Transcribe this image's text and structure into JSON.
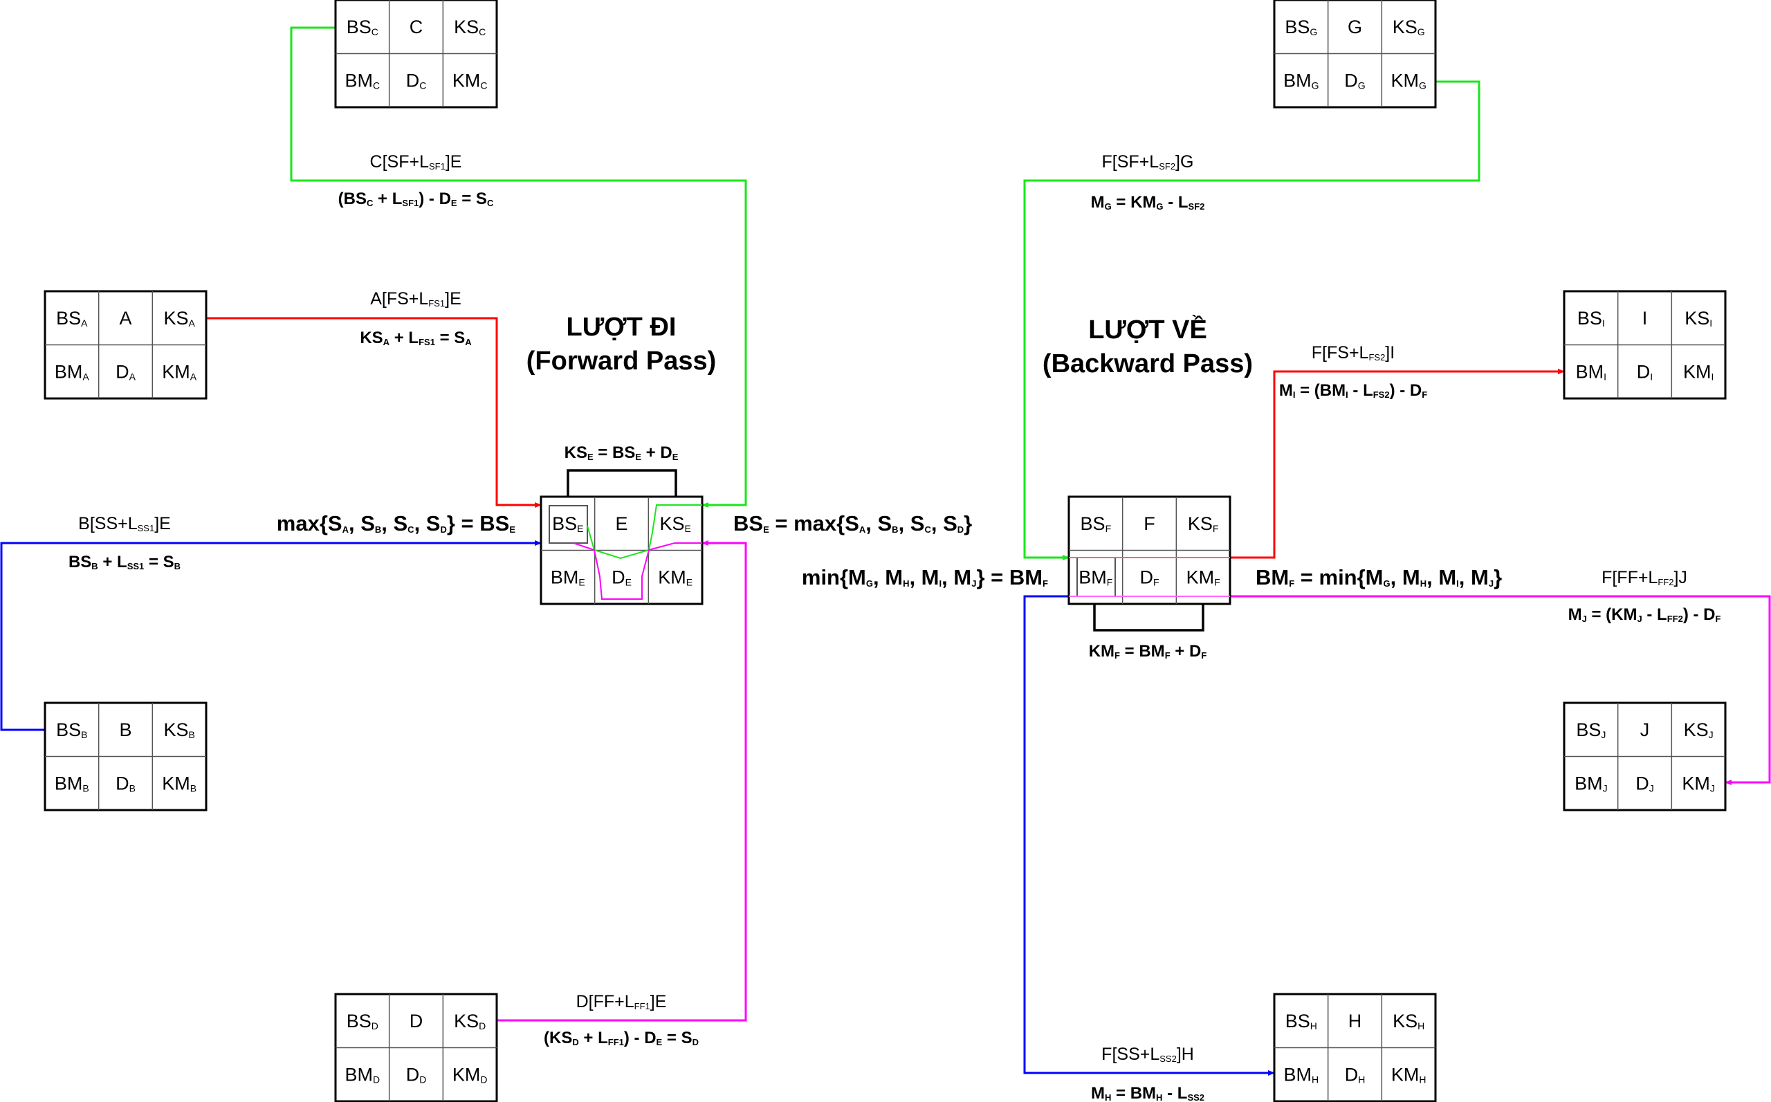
{
  "colors": {
    "red": "#ff0000",
    "green": "#19e619",
    "blue": "#0000ff",
    "magenta": "#ff00ff",
    "line": "#000000"
  },
  "cell_prefixes": [
    "BS",
    "",
    "KS",
    "BM",
    "D",
    "KM"
  ],
  "nodes": [
    {
      "id": "C"
    },
    {
      "id": "G"
    },
    {
      "id": "A"
    },
    {
      "id": "I"
    },
    {
      "id": "E"
    },
    {
      "id": "F"
    },
    {
      "id": "B"
    },
    {
      "id": "J"
    },
    {
      "id": "D"
    },
    {
      "id": "H"
    }
  ],
  "titles": {
    "forward_1": "LƯỢT ĐI",
    "forward_2": "(Forward Pass)",
    "backward_1": "LƯỢT VỀ",
    "backward_2": "(Backward Pass)"
  },
  "formulas": [
    {
      "parts": [
        "C[SF+L",
        "SF1",
        "]E"
      ]
    },
    {
      "parts": [
        "(BS",
        "C",
        " + L",
        "SF1",
        ") - D",
        "E",
        " = S",
        "C"
      ]
    },
    {
      "parts": [
        "A[FS+L",
        "FS1",
        "]E"
      ]
    },
    {
      "parts": [
        "KS",
        "A",
        " + L",
        "FS1",
        " = S",
        "A"
      ]
    },
    {
      "parts": [
        "B[SS+L",
        "SS1",
        "]E"
      ]
    },
    {
      "parts": [
        "BS",
        "B",
        " + L",
        "SS1",
        " = S",
        "B"
      ]
    },
    {
      "parts": [
        "max{S",
        "A",
        ", S",
        "B",
        ", S",
        "C",
        ", S",
        "D",
        "} = BS",
        "E"
      ]
    },
    {
      "parts": [
        "KS",
        "E",
        " = BS",
        "E",
        " + D",
        "E"
      ]
    },
    {
      "parts": [
        "BS",
        "E",
        " = max{S",
        "A",
        ", S",
        "B",
        ", S",
        "C",
        ", S",
        "D",
        "}"
      ]
    },
    {
      "parts": [
        "min{M",
        "G",
        ", M",
        "H",
        ", M",
        "I",
        ", M",
        "J",
        "} = BM",
        "F"
      ]
    },
    {
      "parts": [
        "D[FF+L",
        "FF1",
        "]E"
      ]
    },
    {
      "parts": [
        "(KS",
        "D",
        " + L",
        "FF1",
        ") - D",
        "E",
        " = S",
        "D"
      ]
    },
    {
      "parts": [
        "F[SF+L",
        "SF2",
        "]G"
      ]
    },
    {
      "parts": [
        "M",
        "G",
        " = KM",
        "G",
        " - L",
        "SF2"
      ]
    },
    {
      "parts": [
        "F[FS+L",
        "FS2",
        "]I"
      ]
    },
    {
      "parts": [
        "M",
        "I",
        " = (BM",
        "I",
        " - L",
        "FS2",
        ") - D",
        "F"
      ]
    },
    {
      "parts": [
        "BM",
        "F",
        " = min{M",
        "G",
        ", M",
        "H",
        ", M",
        "I",
        ", M",
        "J",
        "}"
      ]
    },
    {
      "parts": [
        "F[FF+L",
        "FF2",
        "]J"
      ]
    },
    {
      "parts": [
        "M",
        "J",
        " = (KM",
        "J",
        " - L",
        "FF2",
        ") - D",
        "F"
      ]
    },
    {
      "parts": [
        "KM",
        "F",
        " = BM",
        "F",
        " + D",
        "F"
      ]
    },
    {
      "parts": [
        "F[SS+L",
        "SS2",
        "]H"
      ]
    },
    {
      "parts": [
        "M",
        "H",
        " = BM",
        "H",
        " - L",
        "SS2"
      ]
    }
  ]
}
